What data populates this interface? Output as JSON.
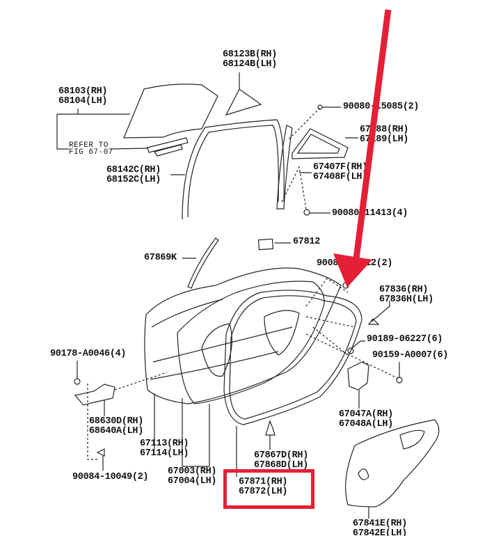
{
  "diagram": {
    "highlight_color": "#e51f36",
    "labels": {
      "quarter_glass": [
        "68123B(RH)",
        "68124B(LH)"
      ],
      "door_glass": [
        "68103(RH)",
        "68104(LH)"
      ],
      "refer": [
        "REFER TO",
        "FIG 67-07"
      ],
      "run_channel": [
        "68142C(RH)",
        "68152C(LH)"
      ],
      "screw_top": [
        "90080-15085(2)"
      ],
      "quarter_window": [
        "67188(RH)",
        "67189(LH)"
      ],
      "division_bar": [
        "67407F(RH)",
        "67408F(LH)"
      ],
      "screw_4": [
        "90080-11413(4)"
      ],
      "weatherstrip_belt": [
        "67869K"
      ],
      "hole_cover": [
        "67812"
      ],
      "screw_2": [
        "90080-11012(2)"
      ],
      "clip": [
        "67836(RH)",
        "67836H(LH)"
      ],
      "bolt_6": [
        "90189-06227(6)"
      ],
      "screw_6": [
        "90159-A0007(6)"
      ],
      "nut_4": [
        "90178-A0046(4)"
      ],
      "check": [
        "68630D(RH)",
        "68640A(LH)"
      ],
      "weatherstrip": [
        "67113(RH)",
        "67114(LH)"
      ],
      "striker": [
        "67047A(RH)",
        "67048A(LH)"
      ],
      "door_panel": [
        "67003(RH)",
        "67004(LH)"
      ],
      "retainer": [
        "67867D(RH)",
        "67868D(LH)"
      ],
      "door_weatherstrip": [
        "67871(RH)",
        "67872(LH)"
      ],
      "bolt_2": [
        "90084-10049(2)"
      ],
      "trim_board": [
        "67841E(RH)",
        "67842E(LH)"
      ]
    }
  }
}
